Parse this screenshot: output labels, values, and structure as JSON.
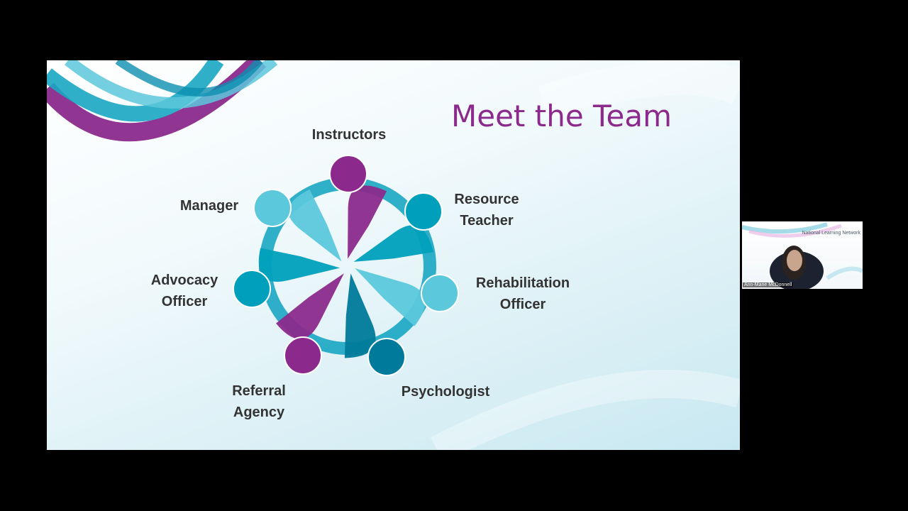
{
  "slide": {
    "title": "Meet the Team",
    "roles": [
      {
        "line1": "Instructors",
        "line2": ""
      },
      {
        "line1": "Resource",
        "line2": "Teacher"
      },
      {
        "line1": "Rehabilitation",
        "line2": "Officer"
      },
      {
        "line1": "Psychologist",
        "line2": ""
      },
      {
        "line1": "Referral",
        "line2": "Agency"
      },
      {
        "line1": "Advocacy",
        "line2": "Officer"
      },
      {
        "line1": "Manager",
        "line2": ""
      }
    ]
  },
  "participant": {
    "brand": "National Learning Network",
    "name": "Ann-Marie McDonnell"
  },
  "colors": {
    "purple": "#8b2a8c",
    "teal": "#00a0bc",
    "light_teal": "#5cc8dc",
    "dark_teal": "#007a9a",
    "background": "#000000"
  },
  "icons": [
    "team-circle-icon",
    "person-icon"
  ]
}
